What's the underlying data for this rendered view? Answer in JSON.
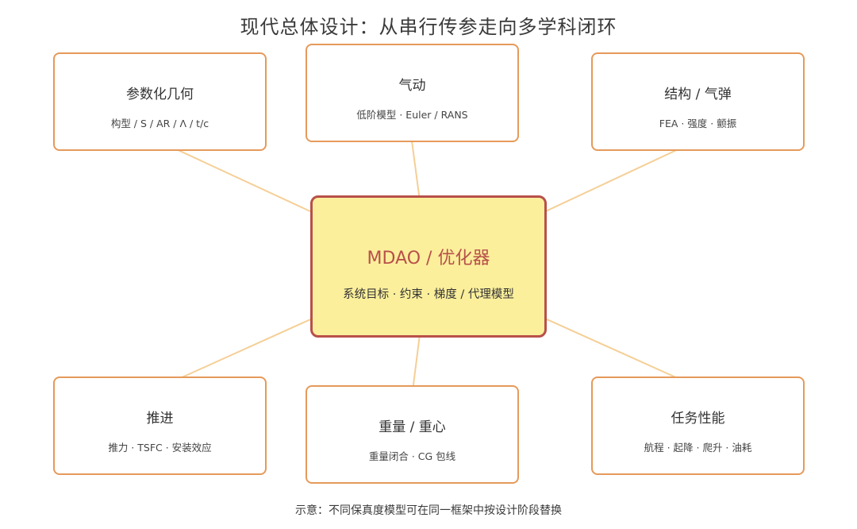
{
  "title": "现代总体设计：从串行传参走向多学科闭环",
  "center": {
    "title": "MDAO / 优化器",
    "subtitle": "系统目标 · 约束 · 梯度 / 代理模型"
  },
  "modules": [
    {
      "id": "geometry",
      "title": "参数化几何",
      "subtitle": "构型 / S / AR / Λ / t/c"
    },
    {
      "id": "aero",
      "title": "气动",
      "subtitle": "低阶模型 · Euler / RANS"
    },
    {
      "id": "structure",
      "title": "结构 / 气弹",
      "subtitle": "FEA · 强度 · 颤振"
    },
    {
      "id": "propulsion",
      "title": "推进",
      "subtitle": "推力 · TSFC · 安装效应"
    },
    {
      "id": "weight",
      "title": "重量 / 重心",
      "subtitle": "重量闭合 · CG 包线"
    },
    {
      "id": "mission",
      "title": "任务性能",
      "subtitle": "航程 · 起降 · 爬升 · 油耗"
    }
  ],
  "footnote": "示意：不同保真度模型可在同一框架中按设计阶段替换",
  "colors": {
    "module_border": "#e59a5a",
    "center_fill": "#fbef9c",
    "center_border": "#b8504a",
    "arrow": "#f5cf96"
  }
}
